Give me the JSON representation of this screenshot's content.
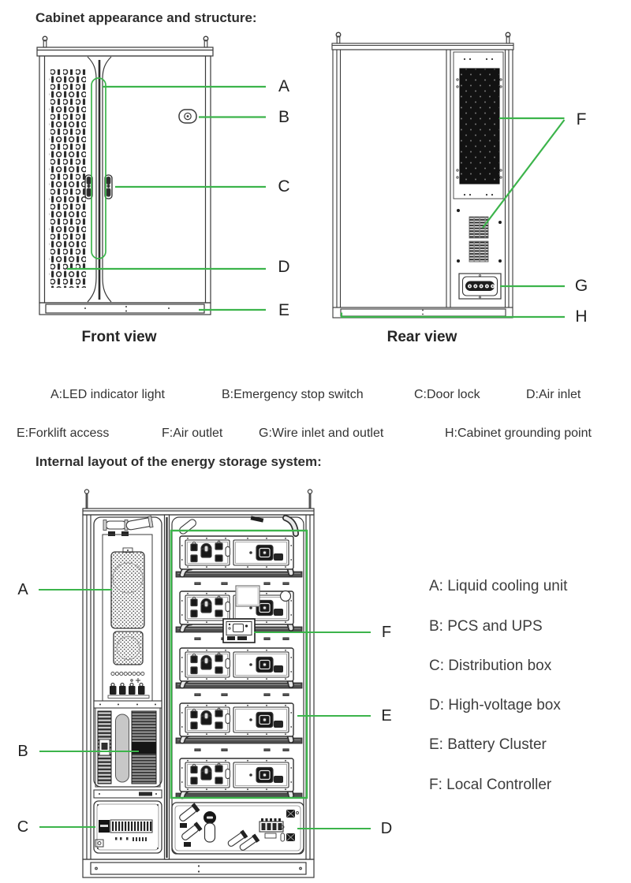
{
  "accent_green": "#3cb44b",
  "cabinet_section": {
    "title": "Cabinet appearance and structure:",
    "front_view": {
      "caption": "Front view",
      "callouts": [
        "A",
        "B",
        "C",
        "D",
        "E"
      ]
    },
    "rear_view": {
      "caption": "Rear view",
      "callouts": [
        "F",
        "G",
        "H"
      ]
    },
    "legend_row1": [
      {
        "text": "A:LED indicator light"
      },
      {
        "text": "B:Emergency stop switch"
      },
      {
        "text": "C:Door lock"
      },
      {
        "text": "D:Air inlet"
      }
    ],
    "legend_row2": [
      {
        "text": "E:Forklift access"
      },
      {
        "text": "F:Air outlet"
      },
      {
        "text": "G:Wire inlet and outlet"
      },
      {
        "text": "H:Cabinet grounding point"
      }
    ]
  },
  "internal_section": {
    "title": "Internal layout of the energy storage system:",
    "callouts_left": [
      "A",
      "B",
      "C"
    ],
    "callouts_right": [
      "F",
      "E",
      "D"
    ],
    "legend": [
      {
        "text": "A: Liquid cooling unit"
      },
      {
        "text": "B: PCS and UPS"
      },
      {
        "text": "C: Distribution box"
      },
      {
        "text": "D: High-voltage box"
      },
      {
        "text": "E: Battery Cluster"
      },
      {
        "text": "F: Local Controller"
      }
    ]
  }
}
